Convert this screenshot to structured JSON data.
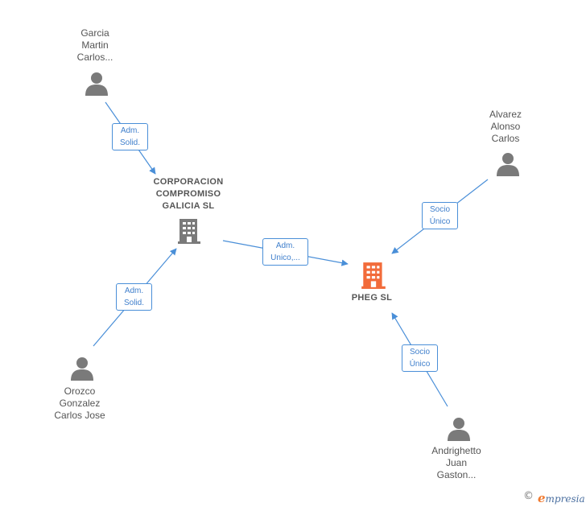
{
  "nodes": {
    "garcia": {
      "lines": [
        "Garcia",
        "Martin",
        "Carlos..."
      ]
    },
    "corporacion": {
      "lines": [
        "CORPORACION",
        "COMPROMISO",
        "GALICIA  SL"
      ]
    },
    "alvarez": {
      "lines": [
        "Alvarez",
        "Alonso",
        "Carlos"
      ]
    },
    "pheg": {
      "lines": [
        "PHEG  SL"
      ]
    },
    "orozco": {
      "lines": [
        "Orozco",
        "Gonzalez",
        "Carlos Jose"
      ]
    },
    "andrighetto": {
      "lines": [
        "Andrighetto",
        "Juan",
        "Gaston..."
      ]
    }
  },
  "edges": {
    "garcia_corp": {
      "lines": [
        "Adm.",
        "Solid."
      ]
    },
    "corp_pheg": {
      "lines": [
        "Adm.",
        "Unico,..."
      ]
    },
    "alvarez_pheg": {
      "lines": [
        "Socio",
        "Único"
      ]
    },
    "orozco_corp": {
      "lines": [
        "Adm.",
        "Solid."
      ]
    },
    "andrighetto_pheg": {
      "lines": [
        "Socio",
        "Único"
      ]
    }
  },
  "colors": {
    "edge": "#4a8fd8",
    "person_icon": "#7a7a7a",
    "company_icon": "#7a7a7a",
    "focus_company_icon": "#f26b3a"
  },
  "footer": {
    "copyright_symbol": "©",
    "brand_initial": "e",
    "brand_rest": "mpresia"
  }
}
